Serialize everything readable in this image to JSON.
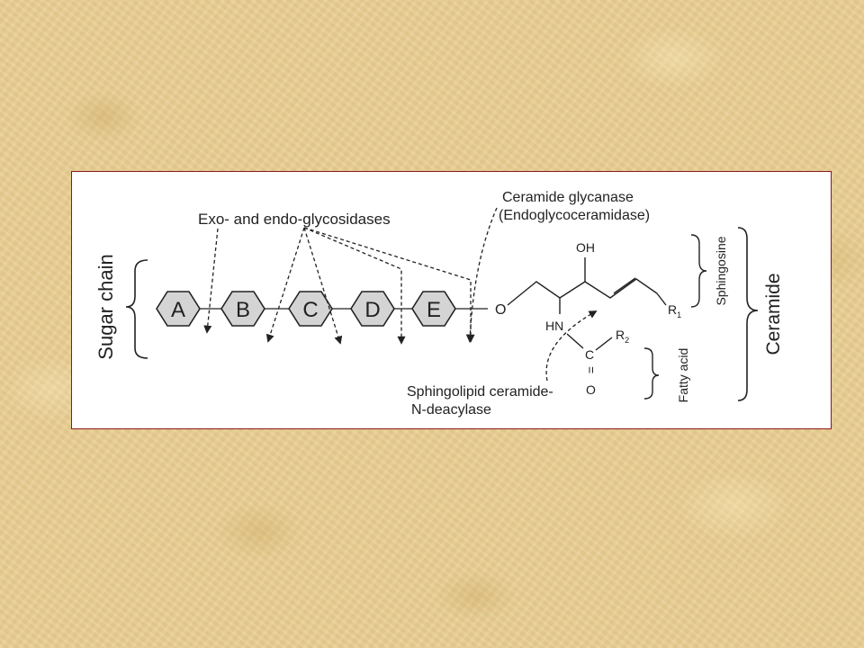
{
  "labels": {
    "sugar_chain": "Sugar chain",
    "exo_endo": "Exo- and endo-glycosidases",
    "ceramide_glycanase_1": "Ceramide glycanase",
    "ceramide_glycanase_2": "(Endoglycoceramidase)",
    "sphingolipid_1": "Sphingolipid ceramide-",
    "sphingolipid_2": "N-deacylase",
    "sphingosine": "Sphingosine",
    "ceramide": "Ceramide",
    "fatty_acid": "Fatty acid"
  },
  "sugars": [
    "A",
    "B",
    "C",
    "D",
    "E"
  ],
  "atoms": {
    "o_link": "O",
    "oh": "OH",
    "hn": "HN",
    "c": "C",
    "o_carbonyl": "O",
    "double_bond": "=",
    "r1": "R",
    "r1_sub": "1",
    "r2": "R",
    "r2_sub": "2"
  },
  "colors": {
    "background": "#e8cf94",
    "panel_border": "#8b1a1a",
    "hexagon_fill": "#d4d4d4"
  }
}
